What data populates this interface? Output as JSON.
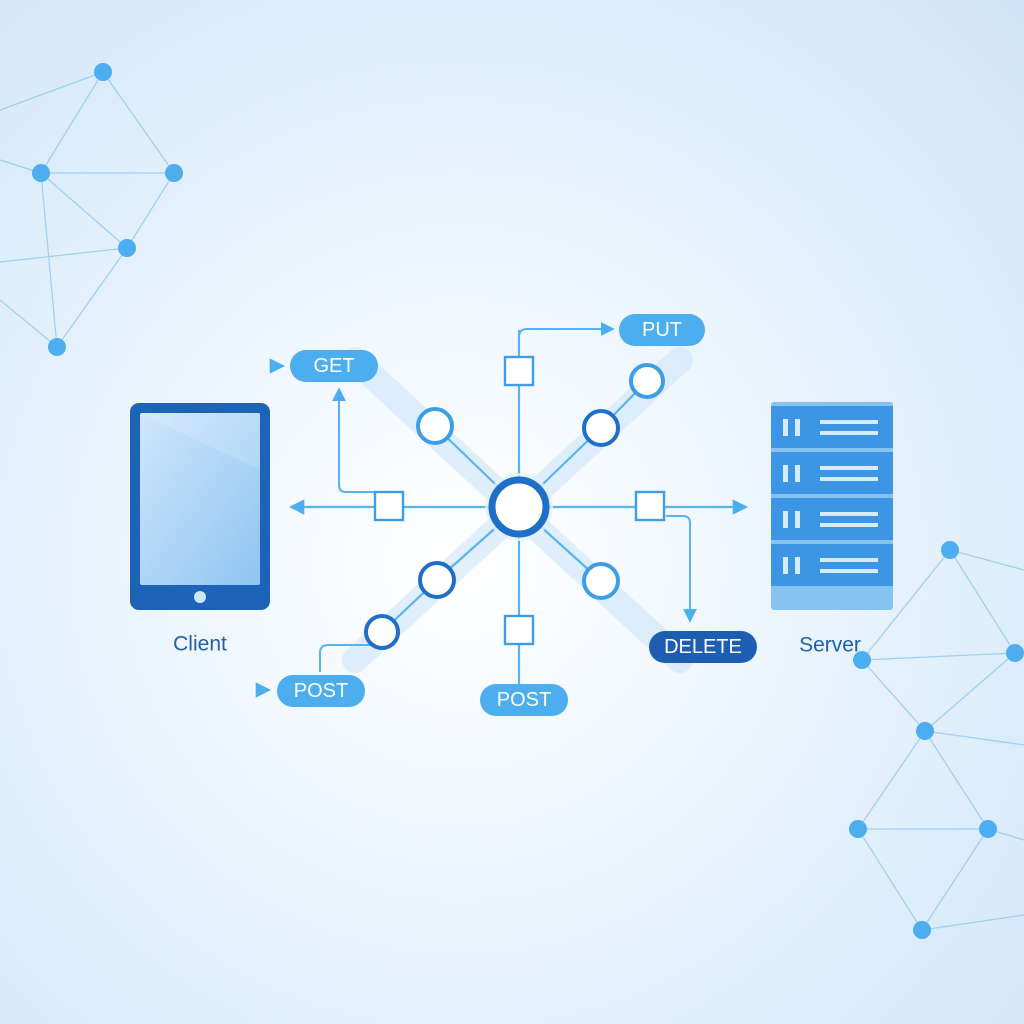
{
  "client": {
    "label": "Client"
  },
  "server": {
    "label": "Server"
  },
  "methods": {
    "get": "GET",
    "put": "PUT",
    "post_left": "POST",
    "post_bottom": "POST",
    "delete": "DELETE"
  },
  "colors": {
    "accent": "#1e6fc7",
    "pill_light": "#4daeef",
    "pill_dark": "#1d5eb3",
    "line": "#59b3ee",
    "caption": "#1f5fae"
  }
}
